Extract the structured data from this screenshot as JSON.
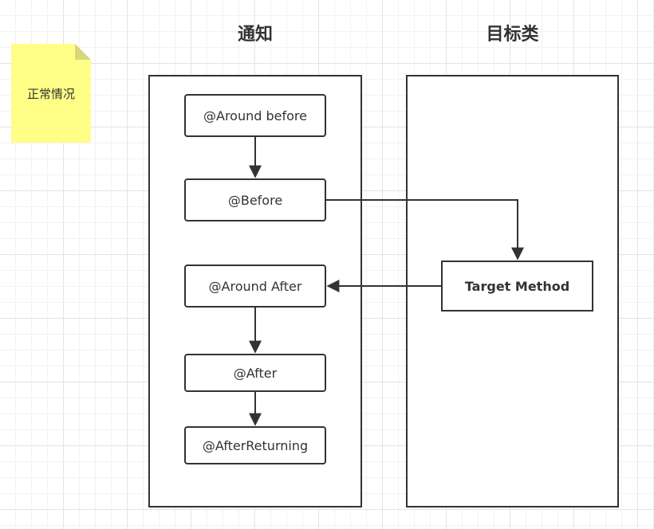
{
  "note": {
    "label": "正常情况"
  },
  "columns": {
    "advice_title": "通知",
    "target_title": "目标类"
  },
  "nodes": {
    "around_before": "@Around before",
    "before": "@Before",
    "around_after": "@Around After",
    "after": "@After",
    "after_returning": "@AfterReturning",
    "target_method": "Target Method"
  },
  "edges": [
    {
      "from": "around_before",
      "to": "before"
    },
    {
      "from": "before",
      "to": "target_method"
    },
    {
      "from": "target_method",
      "to": "around_after"
    },
    {
      "from": "around_after",
      "to": "after"
    },
    {
      "from": "after",
      "to": "after_returning"
    }
  ],
  "colors": {
    "stroke": "#333333",
    "note_fill": "#ffff88",
    "grid": "#e3e3e3"
  }
}
